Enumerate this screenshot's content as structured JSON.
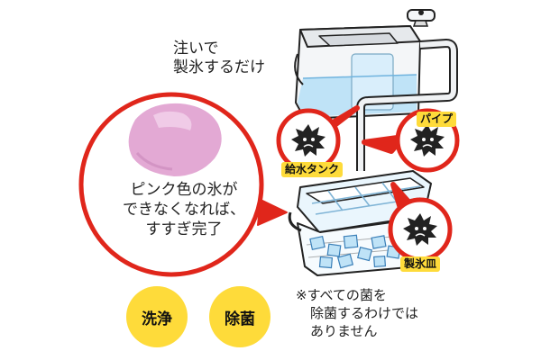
{
  "text": {
    "pour_line1": "注いで",
    "pour_line2": "製氷するだけ",
    "pink_line1": "ピンク色の氷が",
    "pink_line2": "できなくなれば、",
    "pink_line3": "すすぎ完了",
    "wash": "洗浄",
    "sterilize": "除菌",
    "note_line1": "※すべての菌を",
    "note_line2": "除菌するわけでは",
    "note_line3": "ありません",
    "label_tank": "給水タンク",
    "label_pipe": "パイプ",
    "label_tray": "製氷皿"
  },
  "colors": {
    "red": "#e0261b",
    "yellow": "#fedb3a",
    "water": "#bfe3f7",
    "pink_ice": "#e3a9d4"
  },
  "icons": [
    "germ-icon",
    "ice-cube-icon",
    "pink-ice-icon"
  ]
}
